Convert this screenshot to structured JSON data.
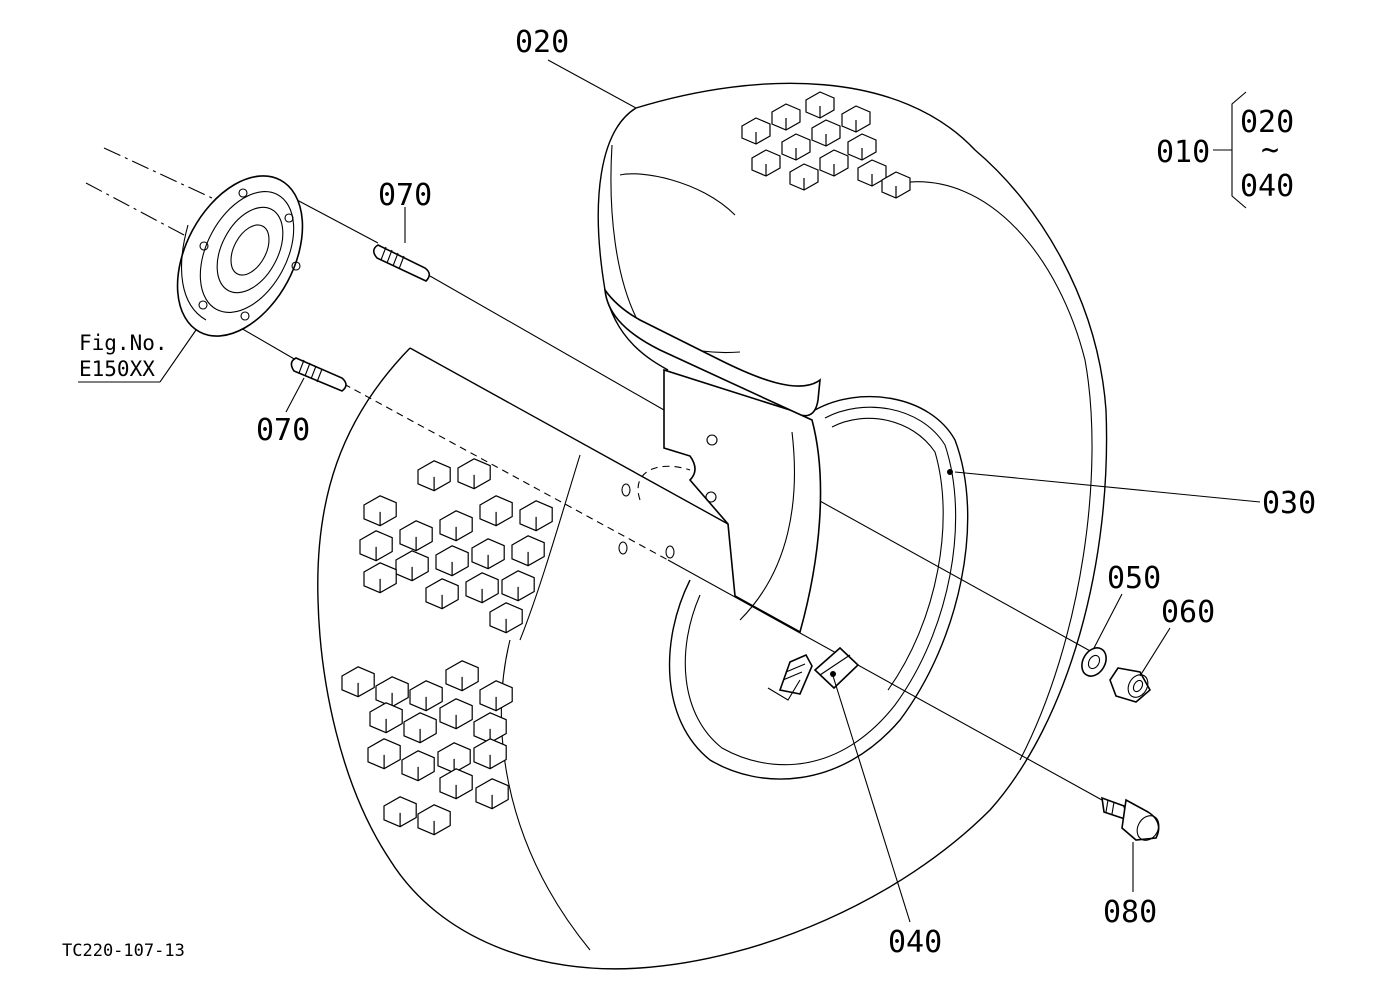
{
  "parts": {
    "p010": "010",
    "p020": "020",
    "p030": "030",
    "p040": "040",
    "p050": "050",
    "p060": "060",
    "p070_upper": "070",
    "p070_lower": "070",
    "p080": "080"
  },
  "range": {
    "from": "020",
    "tilde": "~",
    "to": "040"
  },
  "figure_ref": {
    "line1": "Fig.No.",
    "line2": "E150XX"
  },
  "drawing_id": "TC220-107-13"
}
